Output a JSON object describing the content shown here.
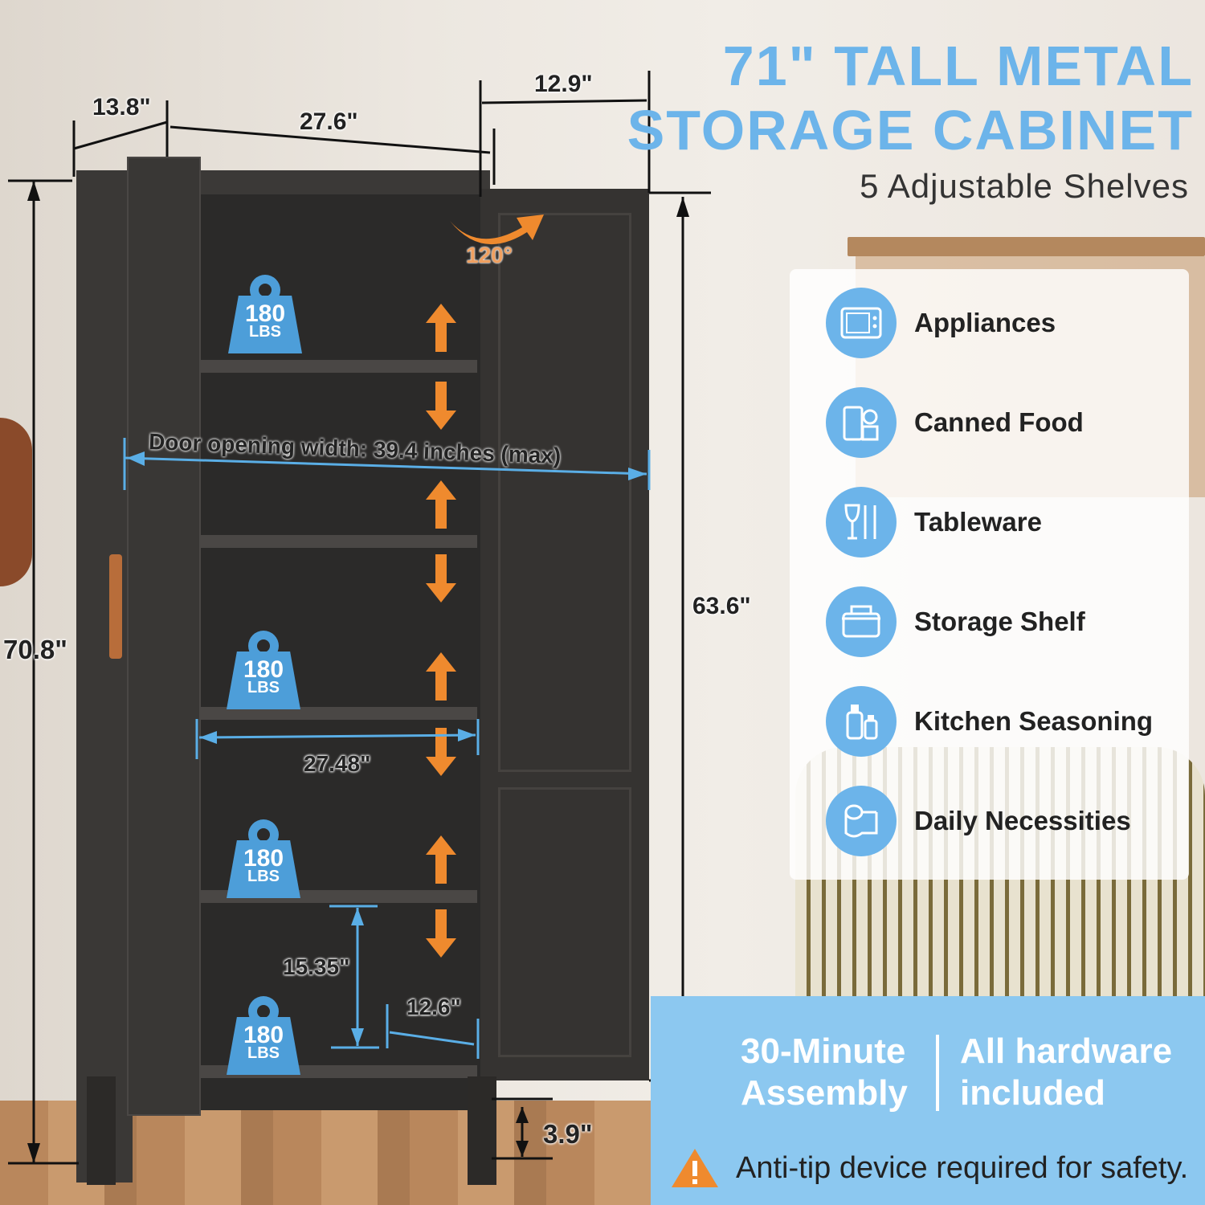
{
  "headline": {
    "line1": "71\" TALL METAL",
    "line2": "STORAGE CABINET",
    "subtitle": "5 Adjustable Shelves"
  },
  "uses": [
    {
      "label": "Appliances",
      "icon": "microwave-icon"
    },
    {
      "label": "Canned Food",
      "icon": "canned-food-icon"
    },
    {
      "label": "Tableware",
      "icon": "tableware-icon"
    },
    {
      "label": "Storage Shelf",
      "icon": "storage-box-icon"
    },
    {
      "label": "Kitchen Seasoning",
      "icon": "seasoning-bottles-icon"
    },
    {
      "label": "Daily Necessities",
      "icon": "paper-roll-icon"
    }
  ],
  "features": {
    "assembly": "30-Minute Assembly",
    "hardware": "All hardware included",
    "warning": "Anti-tip device required for safety."
  },
  "dimensions": {
    "depth": "13.8\"",
    "width": "27.6\"",
    "door_depth": "12.9\"",
    "height": "70.8\"",
    "inner_height": "63.6\"",
    "door_opening": "Door opening width: 39.4 inches (max)",
    "shelf_width": "27.48\"",
    "shelf_gap": "15.35\"",
    "shelf_depth": "12.6\"",
    "leg_height": "3.9\"",
    "door_angle": "120°"
  },
  "weight": {
    "value": "180",
    "unit": "LBS"
  },
  "colors": {
    "accent": "#6cb4ea",
    "arrow": "#ef8a2e",
    "cabinet": "#2b2a29",
    "feature_bg": "#8cc8f0"
  }
}
